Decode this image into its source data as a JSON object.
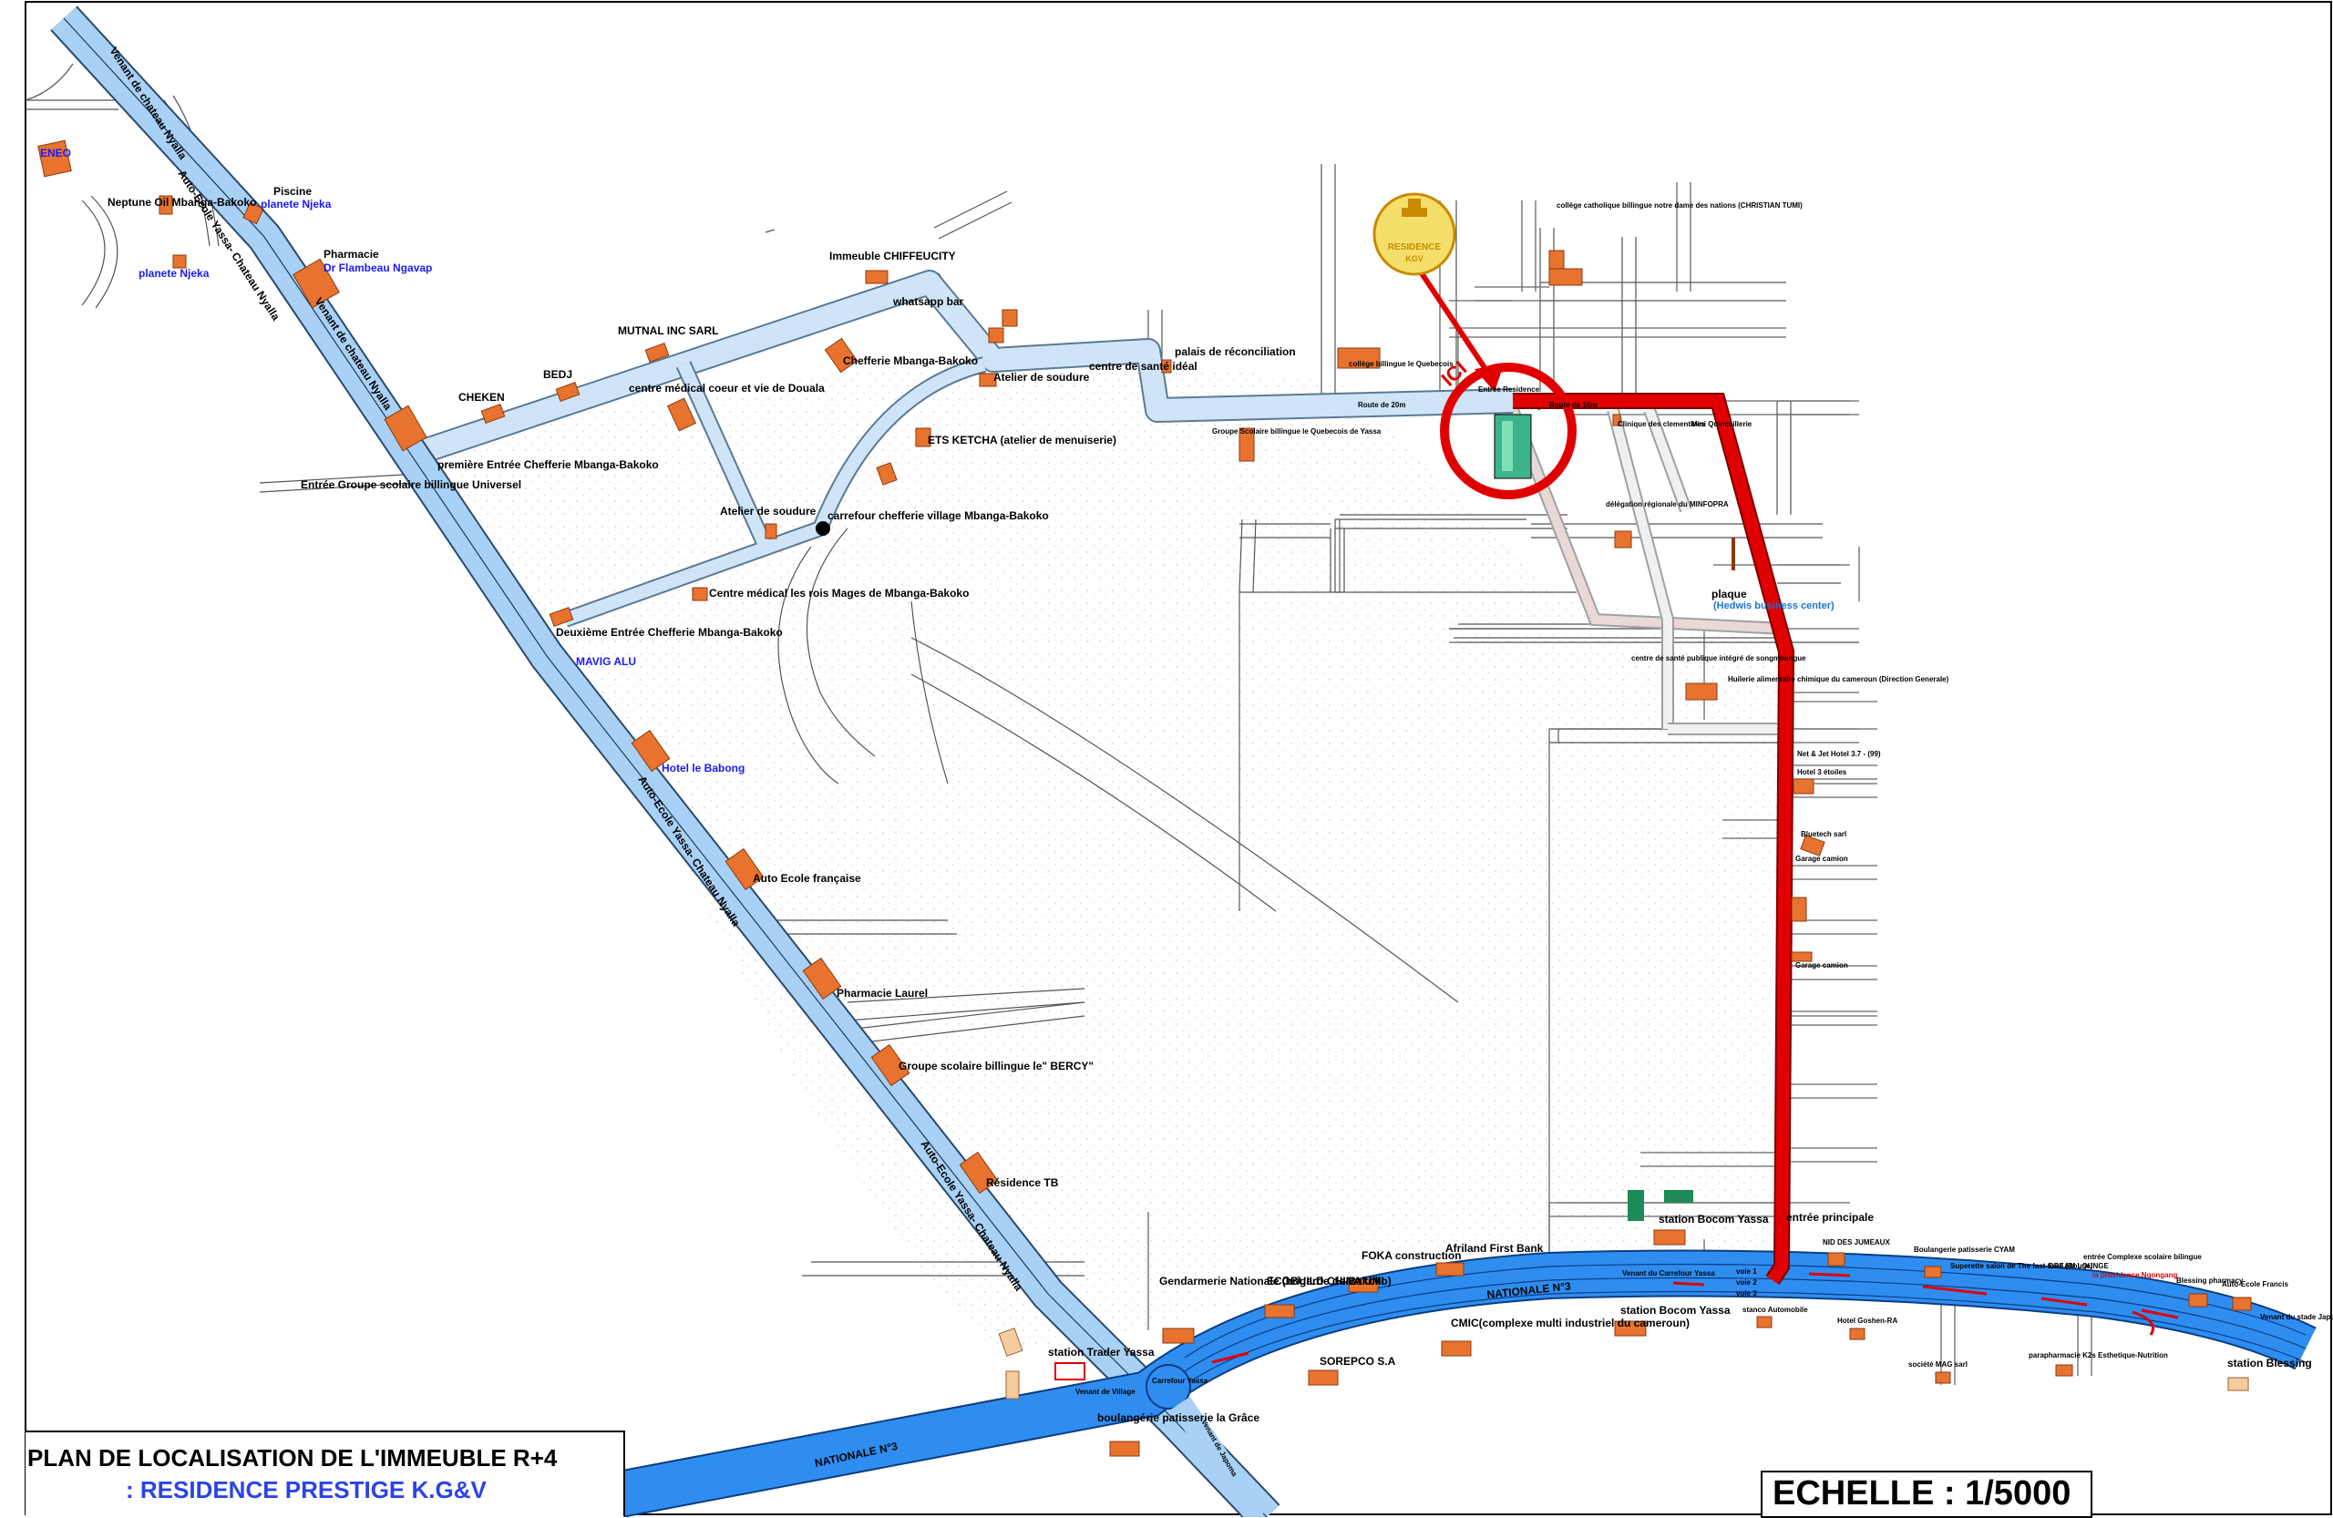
{
  "title": {
    "line1": "PLAN DE LOCALISATION DE L'IMMEUBLE R+4",
    "line2": ": RESIDENCE PRESTIGE K.G&V"
  },
  "scale": "ECHELLE : 1/5000",
  "logo": {
    "text1": "RESIDENCE",
    "text2": "KGV"
  },
  "ici": "ICI",
  "colors": {
    "highway": "#a9d0f5",
    "national": "#2f8df0",
    "route_red": "#e00000",
    "building": "#e8732e",
    "accent_blue": "#2a44e6"
  },
  "roads": {
    "autoroute1": "Auto-Ecole Yassa- Chateau Nyalla",
    "autoroute2": "Auto-Ecole Yassa- Chateau Nyalla",
    "autoroute3": "Auto-Ecole Yassa- Chateau Nyalla",
    "venant_chateau1": "Venant de chateau Nyalla",
    "venant_chateau2": "Venant de chateau Nyalla",
    "nationale_left": "NATIONALE N°3",
    "nationale_right": "NATIONALE N°3",
    "route20m": "Route de 20m",
    "route16m": "Route de 16m",
    "venant_carrefour": "Venant du Carrefour Yassa",
    "voie1": "voie 1",
    "voie2": "voie 2",
    "voie3": "voie 3",
    "venant_stade": "Venant du stade Japoma",
    "venant_village": "Venant de Village",
    "venant_bas": "Venant de Japoma",
    "carrefour": "Carrefour Yassa"
  },
  "labels": {
    "eneo": "ENEO",
    "neptune": "Neptune Oil Mbanga-Bakoko",
    "piscine": "Piscine",
    "planete_njeka1": "planete Njeka",
    "planete_njeka2": "planete Njeka",
    "pharmacie": "Pharmacie",
    "dr_flambeau": "Dr Flambeau Ngavap",
    "immeuble": "Immeuble CHIFFEUCITY",
    "whatsapp": "whatsapp bar",
    "mutnal": "MUTNAL INC SARL",
    "bedj": "BEDJ",
    "cheken": "CHEKEN",
    "chefferie1": "Chefferie Mbanga-Bakoko",
    "centre_medical1": "centre médical coeur et vie de Douala",
    "atelier_soudure1": "Atelier de soudure",
    "centre_ideal": "centre de santé idéal",
    "palais": "palais de réconciliation",
    "college_quebecois": "collège billingue le Quebecois",
    "groupe_quebecois": "Groupe Scolaire billingue le Quebecois de Yassa",
    "premiere_entree": "première Entrée Chefferie Mbanga-Bakoko",
    "entree_groupe": "Entrée Groupe scolaire billingue Universel",
    "ets_ketcha": "ETS KETCHA (atelier de menuiserie)",
    "atelier_soudure2": "Atelier de soudure",
    "carrefour_chefferie": "carrefour chefferie village Mbanga-Bakoko",
    "centre_rois": "Centre médical les rois Mages de Mbanga-Bakoko",
    "deuxieme_entree": "Deuxième Entrée Chefferie Mbanga-Bakoko",
    "mavig": "MAVIG ALU",
    "hotel_babong": "Hotel le Babong",
    "auto_ecole_fr": "Auto Ecole française",
    "pharmacie_laurel": "Pharmacie Laurel",
    "groupe_bercy": "Groupe scolaire billingue le\" BERCY\"",
    "residence_tb": "Résidence TB",
    "college_catholique": "collège catholique billingue notre dame des nations (CHRISTIAN TUMI)",
    "entree_residence": "Entrée Residence",
    "clinique": "Clinique des clementines",
    "mini_quinc": "Mini Quincaillerie",
    "delegation": "délégation régionale du MINFOPRA",
    "plaque": "plaque",
    "hedwis": "(Hedwis business center)",
    "centre_sante_publique": "centre de santé publique intégré de songmbengue",
    "huilerie": "Huilerie alimentaire chimique du cameroun (Direction Generale)",
    "net": "Net & Jet Hotel 3.7 - (99)",
    "hotel3": "Hotel 3 étoiles",
    "bluetech": "Bluetech sarl",
    "garage1": "Garage camion",
    "garage2": "Garage camion",
    "entree_principale": "entrée principale",
    "station_bocom1": "station Bocom Yassa",
    "station_bocom2": "station Bocom Yassa",
    "afriland": "Afriland First Bank",
    "foka": "FOKA construction",
    "ecobuild": "ECOBUILD CHINA UMI",
    "gendarmerie": "Gendarmerie Nationale (brigarde de Bakoko)",
    "cmic": "CMIC(complexe multi industriel du cameroun)",
    "sorepco": "SOREPCO S.A",
    "station_trader": "station Trader Yassa",
    "boulangerie_grace": "boulangérie patisserie la Grâce",
    "nid": "NID DES JUMEAUX",
    "boulangerie_cyam": "Boulangerie patisserie CYAM",
    "superette": "Superette salon de The fast food (Rouge)",
    "dream": "DREAM LOUNGE",
    "entree_complexe": "entrée Complexe scolaire bilingue",
    "la_providence": "la providence Ngongang",
    "blessing_pharmacy": "Blessing pharmacy",
    "auto_ecole_francis": "Auto-Ecole Francis",
    "stanco": "stanco Automobile",
    "hotel_goshen": "Hotel Goshen-RA",
    "societe_mag": "société MAG sarl",
    "parapharmacie": "parapharmacie K2s Esthetique-Nutrition",
    "station_blessing": "station Blessing"
  }
}
